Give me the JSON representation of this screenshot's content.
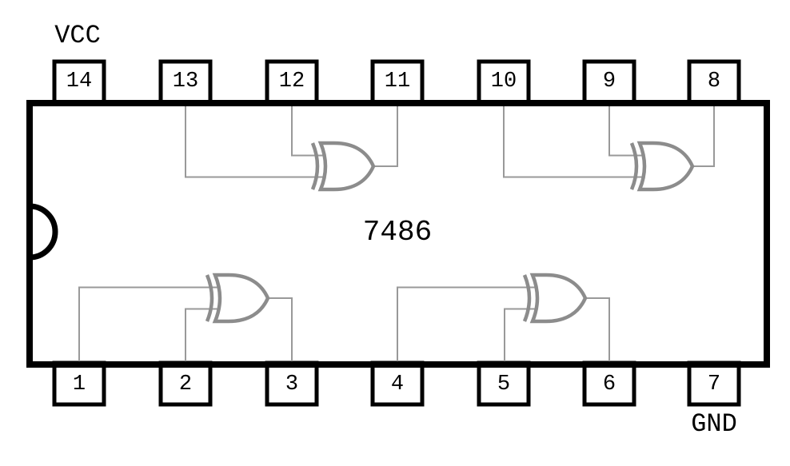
{
  "diagram": {
    "title": "7486",
    "vcc_label": "VCC",
    "gnd_label": "GND",
    "pins": {
      "top": [
        "14",
        "13",
        "12",
        "11",
        "10",
        "9",
        "8"
      ],
      "bottom": [
        "1",
        "2",
        "3",
        "4",
        "5",
        "6",
        "7"
      ]
    },
    "gates": [
      {
        "type": "XOR",
        "inputs": [
          "1",
          "2"
        ],
        "output": "3"
      },
      {
        "type": "XOR",
        "inputs": [
          "4",
          "5"
        ],
        "output": "6"
      },
      {
        "type": "XOR",
        "inputs": [
          "9",
          "10"
        ],
        "output": "8"
      },
      {
        "type": "XOR",
        "inputs": [
          "12",
          "13"
        ],
        "output": "11"
      }
    ],
    "colors": {
      "outline": "#000000",
      "gate_stroke": "#8c8c8c",
      "wire": "#999999"
    }
  }
}
